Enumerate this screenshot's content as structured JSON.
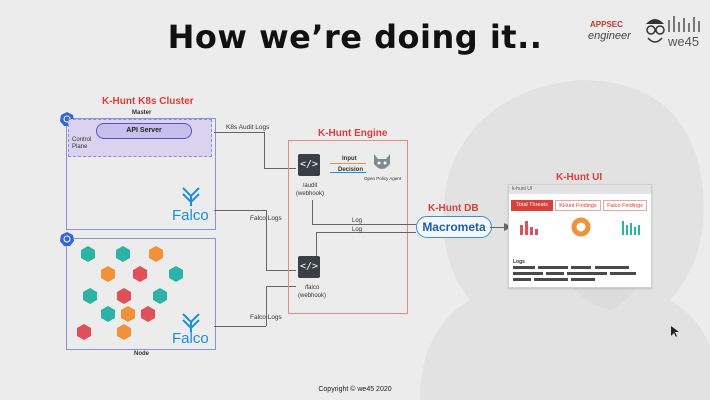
{
  "title": "How we’re doing it..",
  "branding": {
    "appsec_line1": "APPSEC",
    "appsec_line2": "engineer",
    "we45": "we45"
  },
  "k8s_cluster": {
    "label": "K-Hunt K8s Cluster",
    "master_label": "Master",
    "api_server": "API Server",
    "control_plane": "Control\nPlane",
    "node_label": "Node",
    "falco_top": "Falco",
    "falco_bottom": "Falco"
  },
  "connectors": {
    "audit_logs": "K8s Audit Logs",
    "falco_logs_1": "Falco Logs",
    "falco_logs_2": "Falco Logs",
    "log_1": "Log",
    "log_2": "Log"
  },
  "engine": {
    "label": "K-Hunt Engine",
    "input": "Input",
    "decision": "Decision",
    "opa": "Open Policy Agent",
    "audit_hook": "/audit\n(webhook)",
    "falco_hook": "/falco\n(webhook)"
  },
  "db": {
    "label": "K-Hunt DB",
    "name": "Macrometa"
  },
  "ui": {
    "label": "K-Hunt UI",
    "window_title": "k-hunt UI",
    "tabs": [
      "Total Threats",
      "KHunt Findings",
      "Falco Findings"
    ],
    "logs_label": "Logs"
  },
  "copyright": "Copyright © we45 2020",
  "colors": {
    "accent_red": "#d9403a",
    "cube_orange": "#f0923a",
    "cube_teal": "#2db3a6",
    "cube_red": "#e0505a",
    "falco_blue": "#1c8fd6",
    "macrometa_blue": "#1d5fa8"
  }
}
